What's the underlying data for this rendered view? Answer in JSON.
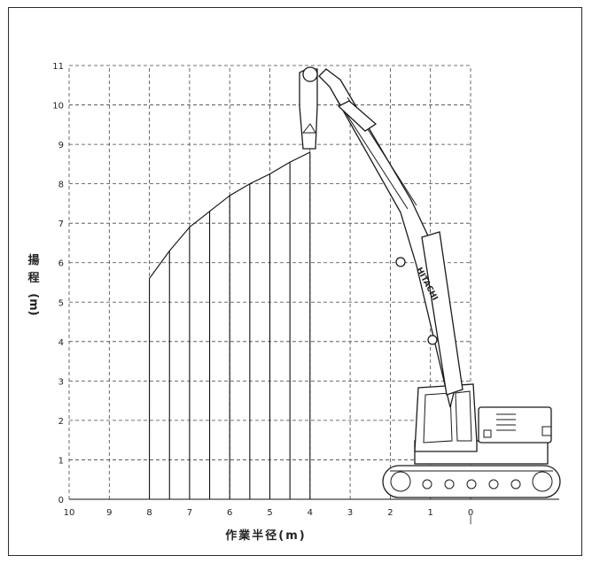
{
  "chart_data": {
    "type": "line",
    "ylabel_chars": [
      "揚",
      "程",
      "(m)"
    ],
    "xlabel": "作業半径(m)",
    "x_ticks": [
      "10",
      "9",
      "8",
      "7",
      "6",
      "5",
      "4",
      "3",
      "2",
      "1",
      "0"
    ],
    "y_ticks": [
      "0",
      "1",
      "2",
      "3",
      "4",
      "5",
      "6",
      "7",
      "8",
      "9",
      "10",
      "11"
    ],
    "xlim": [
      10,
      0
    ],
    "ylim": [
      0,
      11
    ],
    "grid": true,
    "envelope": {
      "x": [
        8.0,
        7.5,
        7.0,
        6.5,
        6.0,
        5.5,
        5.0,
        4.5,
        4.0
      ],
      "y": [
        5.6,
        6.3,
        6.9,
        7.3,
        7.7,
        8.0,
        8.25,
        8.55,
        8.8
      ]
    },
    "center_mark": "|"
  },
  "machine": {
    "name": "demolition-excavator",
    "boom_tip": {
      "x": 4.0,
      "y": 10.9
    },
    "logo_text": "HITACHI"
  }
}
